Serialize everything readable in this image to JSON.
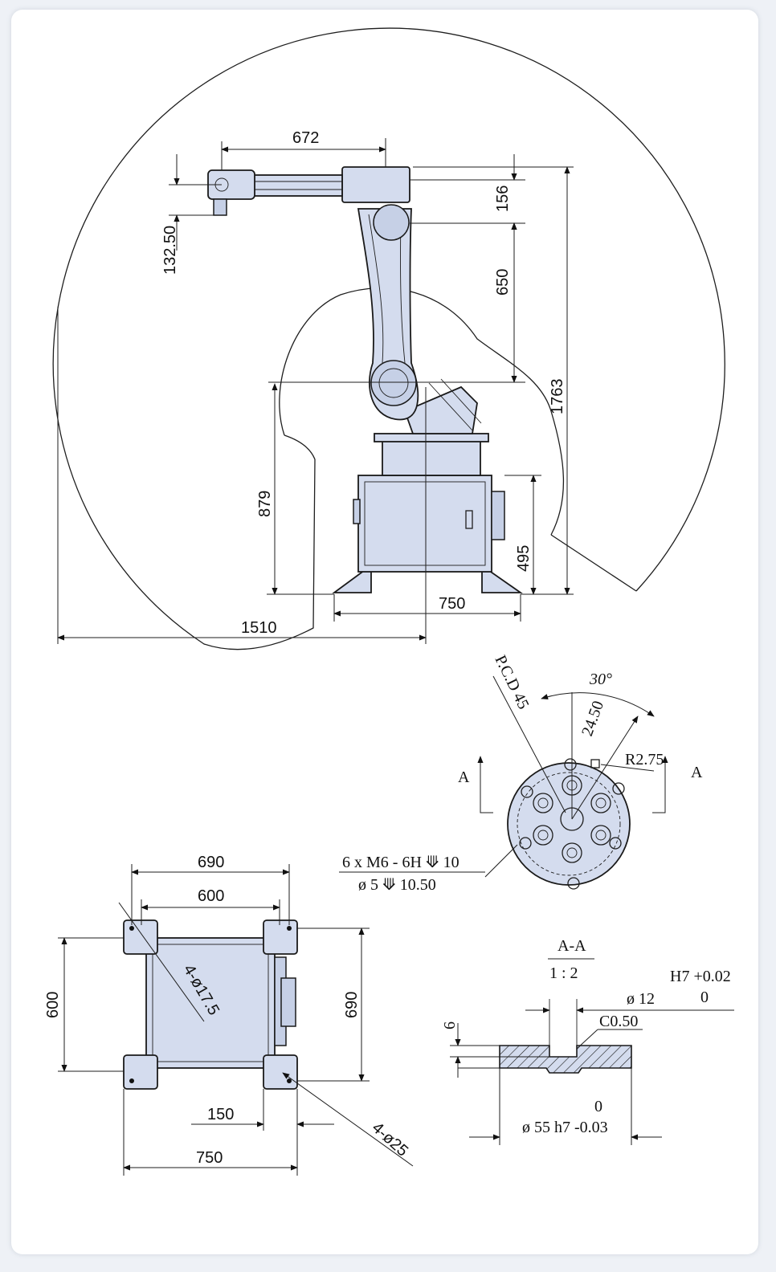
{
  "side_view": {
    "dim_arm_length": "672",
    "dim_wrist_offset": "132.50",
    "dim_arm_height": "156",
    "dim_upper_arm": "650",
    "dim_total_height": "1763",
    "dim_shoulder_height": "879",
    "dim_cabinet_height": "495",
    "dim_base_width": "750",
    "dim_reach": "1510"
  },
  "flange_view": {
    "pcd_label": "P.C.D 45",
    "angle_label": "30°",
    "radius_24": "24.50",
    "radius_r": "R2.75",
    "section_marker": "A",
    "hole_spec_line1": "6 x  M6 - 6H  ⟱ 10",
    "hole_spec_line2": "ø  5  ⟱ 10.50"
  },
  "top_view": {
    "dim_outer_width": "690",
    "dim_inner_width": "600",
    "dim_left_height": "600",
    "dim_right_height": "690",
    "dim_offset": "150",
    "dim_total_width": "750",
    "hole_small": "4-ø17.5",
    "hole_large": "4-ø25"
  },
  "section_view": {
    "title": "A-A",
    "scale": "1 : 2",
    "tol_h7": "H7 +0.02",
    "tol_zero_top": "0",
    "bore_dia": "ø 12",
    "depth": "6",
    "chamfer": "C0.50",
    "tol_zero_bottom": "0",
    "outer_dia": "ø 55 h7 -0.03"
  }
}
